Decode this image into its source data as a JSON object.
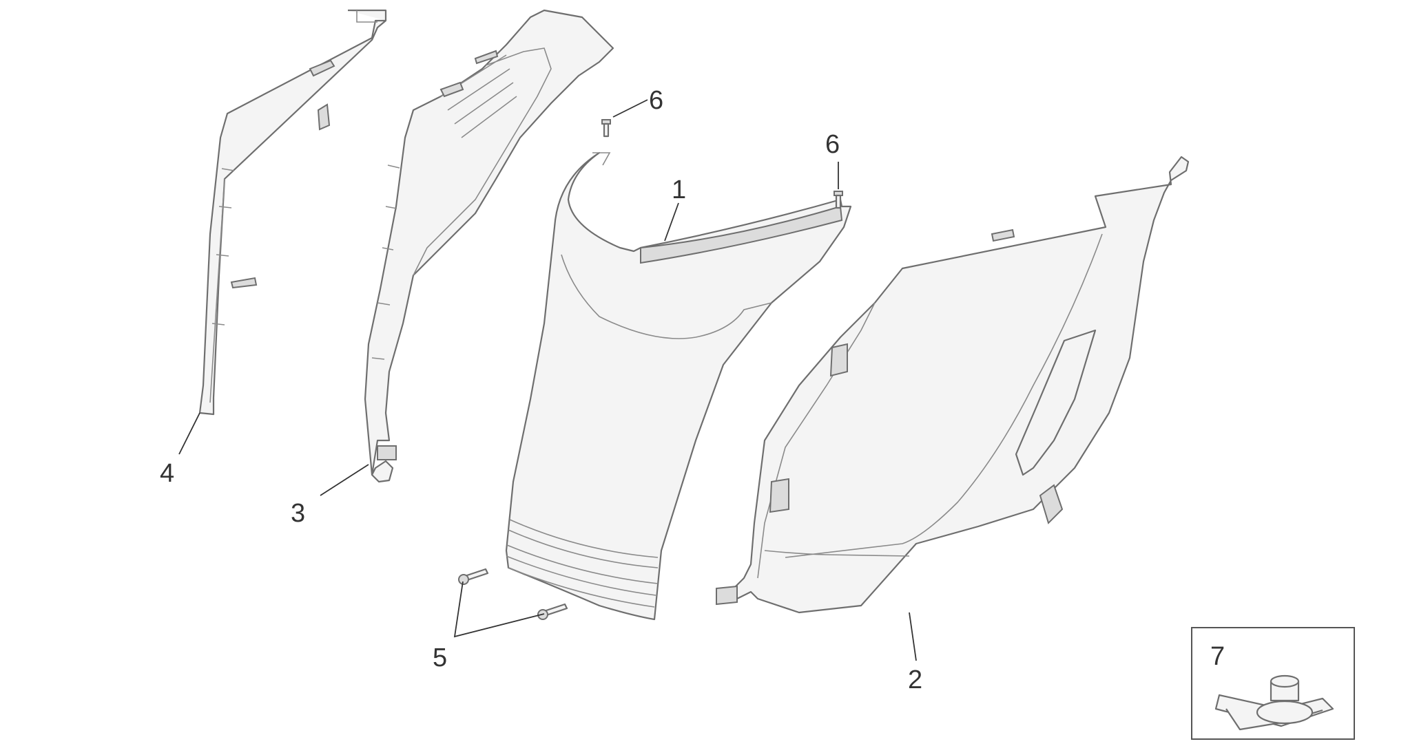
{
  "callouts": {
    "part_1": "1",
    "part_2": "2",
    "part_3": "3",
    "part_4": "4",
    "part_5": "5",
    "part_6a": "6",
    "part_6b": "6",
    "part_7": "7"
  }
}
